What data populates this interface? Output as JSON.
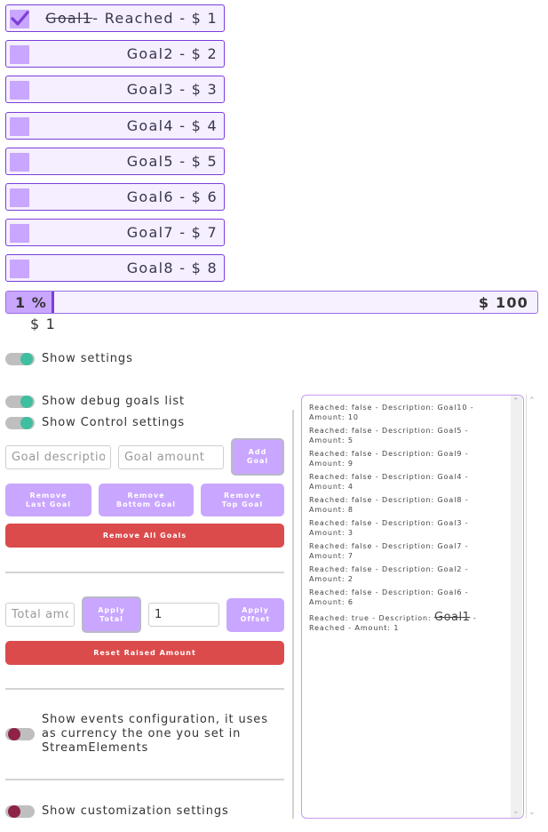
{
  "goals": [
    {
      "text": "- Reached - $ 1",
      "strike": "Goal1",
      "checked": true
    },
    {
      "text": "Goal2 - $ 2",
      "checked": false
    },
    {
      "text": "Goal3 - $ 3",
      "checked": false
    },
    {
      "text": "Goal4 - $ 4",
      "checked": false
    },
    {
      "text": "Goal5 - $ 5",
      "checked": false
    },
    {
      "text": "Goal6 - $ 6",
      "checked": false
    },
    {
      "text": "Goal7 - $ 7",
      "checked": false
    },
    {
      "text": "Goal8 - $ 8",
      "checked": false
    }
  ],
  "progress": {
    "percent_label": "1 %",
    "fraction": 0.09,
    "target": "$ 100",
    "raised": "$ 1"
  },
  "toggles": {
    "show_settings": "Show settings",
    "show_debug": "Show debug goals list",
    "show_control": "Show Control settings",
    "show_events": "Show events configuration, it uses as currency the one you set in StreamElements",
    "show_customization": "Show customization settings"
  },
  "controls": {
    "goal_description_placeholder": "Goal description",
    "goal_amount_placeholder": "Goal amount",
    "add_goal": "Add Goal",
    "remove_last": "Remove Last Goal",
    "remove_bottom": "Remove Bottom Goal",
    "remove_top": "Remove Top Goal",
    "remove_all": "Remove All Goals",
    "total_placeholder": "Total amount",
    "apply_total": "Apply Total",
    "offset_value": "1",
    "apply_offset": "Apply Offset",
    "reset_raised": "Reset Raised Amount"
  },
  "debug_entries": [
    "Reached: false - Description: Goal10 - Amount: 10",
    "Reached: false - Description: Goal5 - Amount: 5",
    "Reached: false - Description: Goal9 - Amount: 9",
    "Reached: false - Description: Goal4 - Amount: 4",
    "Reached: false - Description: Goal8 - Amount: 8",
    "Reached: false - Description: Goal3 - Amount: 3",
    "Reached: false - Description: Goal7 - Amount: 7",
    "Reached: false - Description: Goal2 - Amount: 2",
    "Reached: false - Description: Goal6 - Amount: 6"
  ],
  "debug_last": {
    "prefix": "Reached: true - Description: ",
    "strike": "Goal1",
    "suffix": " - Reached - Amount: 1"
  },
  "colors": {
    "accent": "#7b3fd8",
    "checkbox": "#c9a6ff",
    "danger": "#db4b4b",
    "toggle_on": "#3dbfa0",
    "toggle_off": "#8e2346"
  }
}
